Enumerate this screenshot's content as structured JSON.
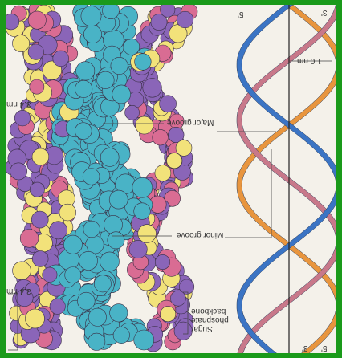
{
  "figure": {
    "labels": {
      "major_groove": "Major groove",
      "minor_groove": "Minor groove",
      "sugar": "Sugar",
      "phosphate": "phosphate",
      "backbone": "backbone",
      "pitch": "3.4 nm",
      "diameter": "1.0 nm",
      "turn": "3.4 nm",
      "end_top_left": "5'",
      "end_top_right": "3'",
      "end_bottom_left": "3'",
      "end_bottom_right": "5'"
    },
    "colors": {
      "border": "#1a9a1a",
      "paper": "#f4f1ea",
      "strand_blue": "#3b74c4",
      "strand_pink": "#c8788a",
      "strand_orange": "#e8953e",
      "atom_cyan": "#49b3c6",
      "atom_purple": "#8a65b8",
      "atom_pink": "#d96c93",
      "atom_yellow": "#f2e27a"
    }
  }
}
